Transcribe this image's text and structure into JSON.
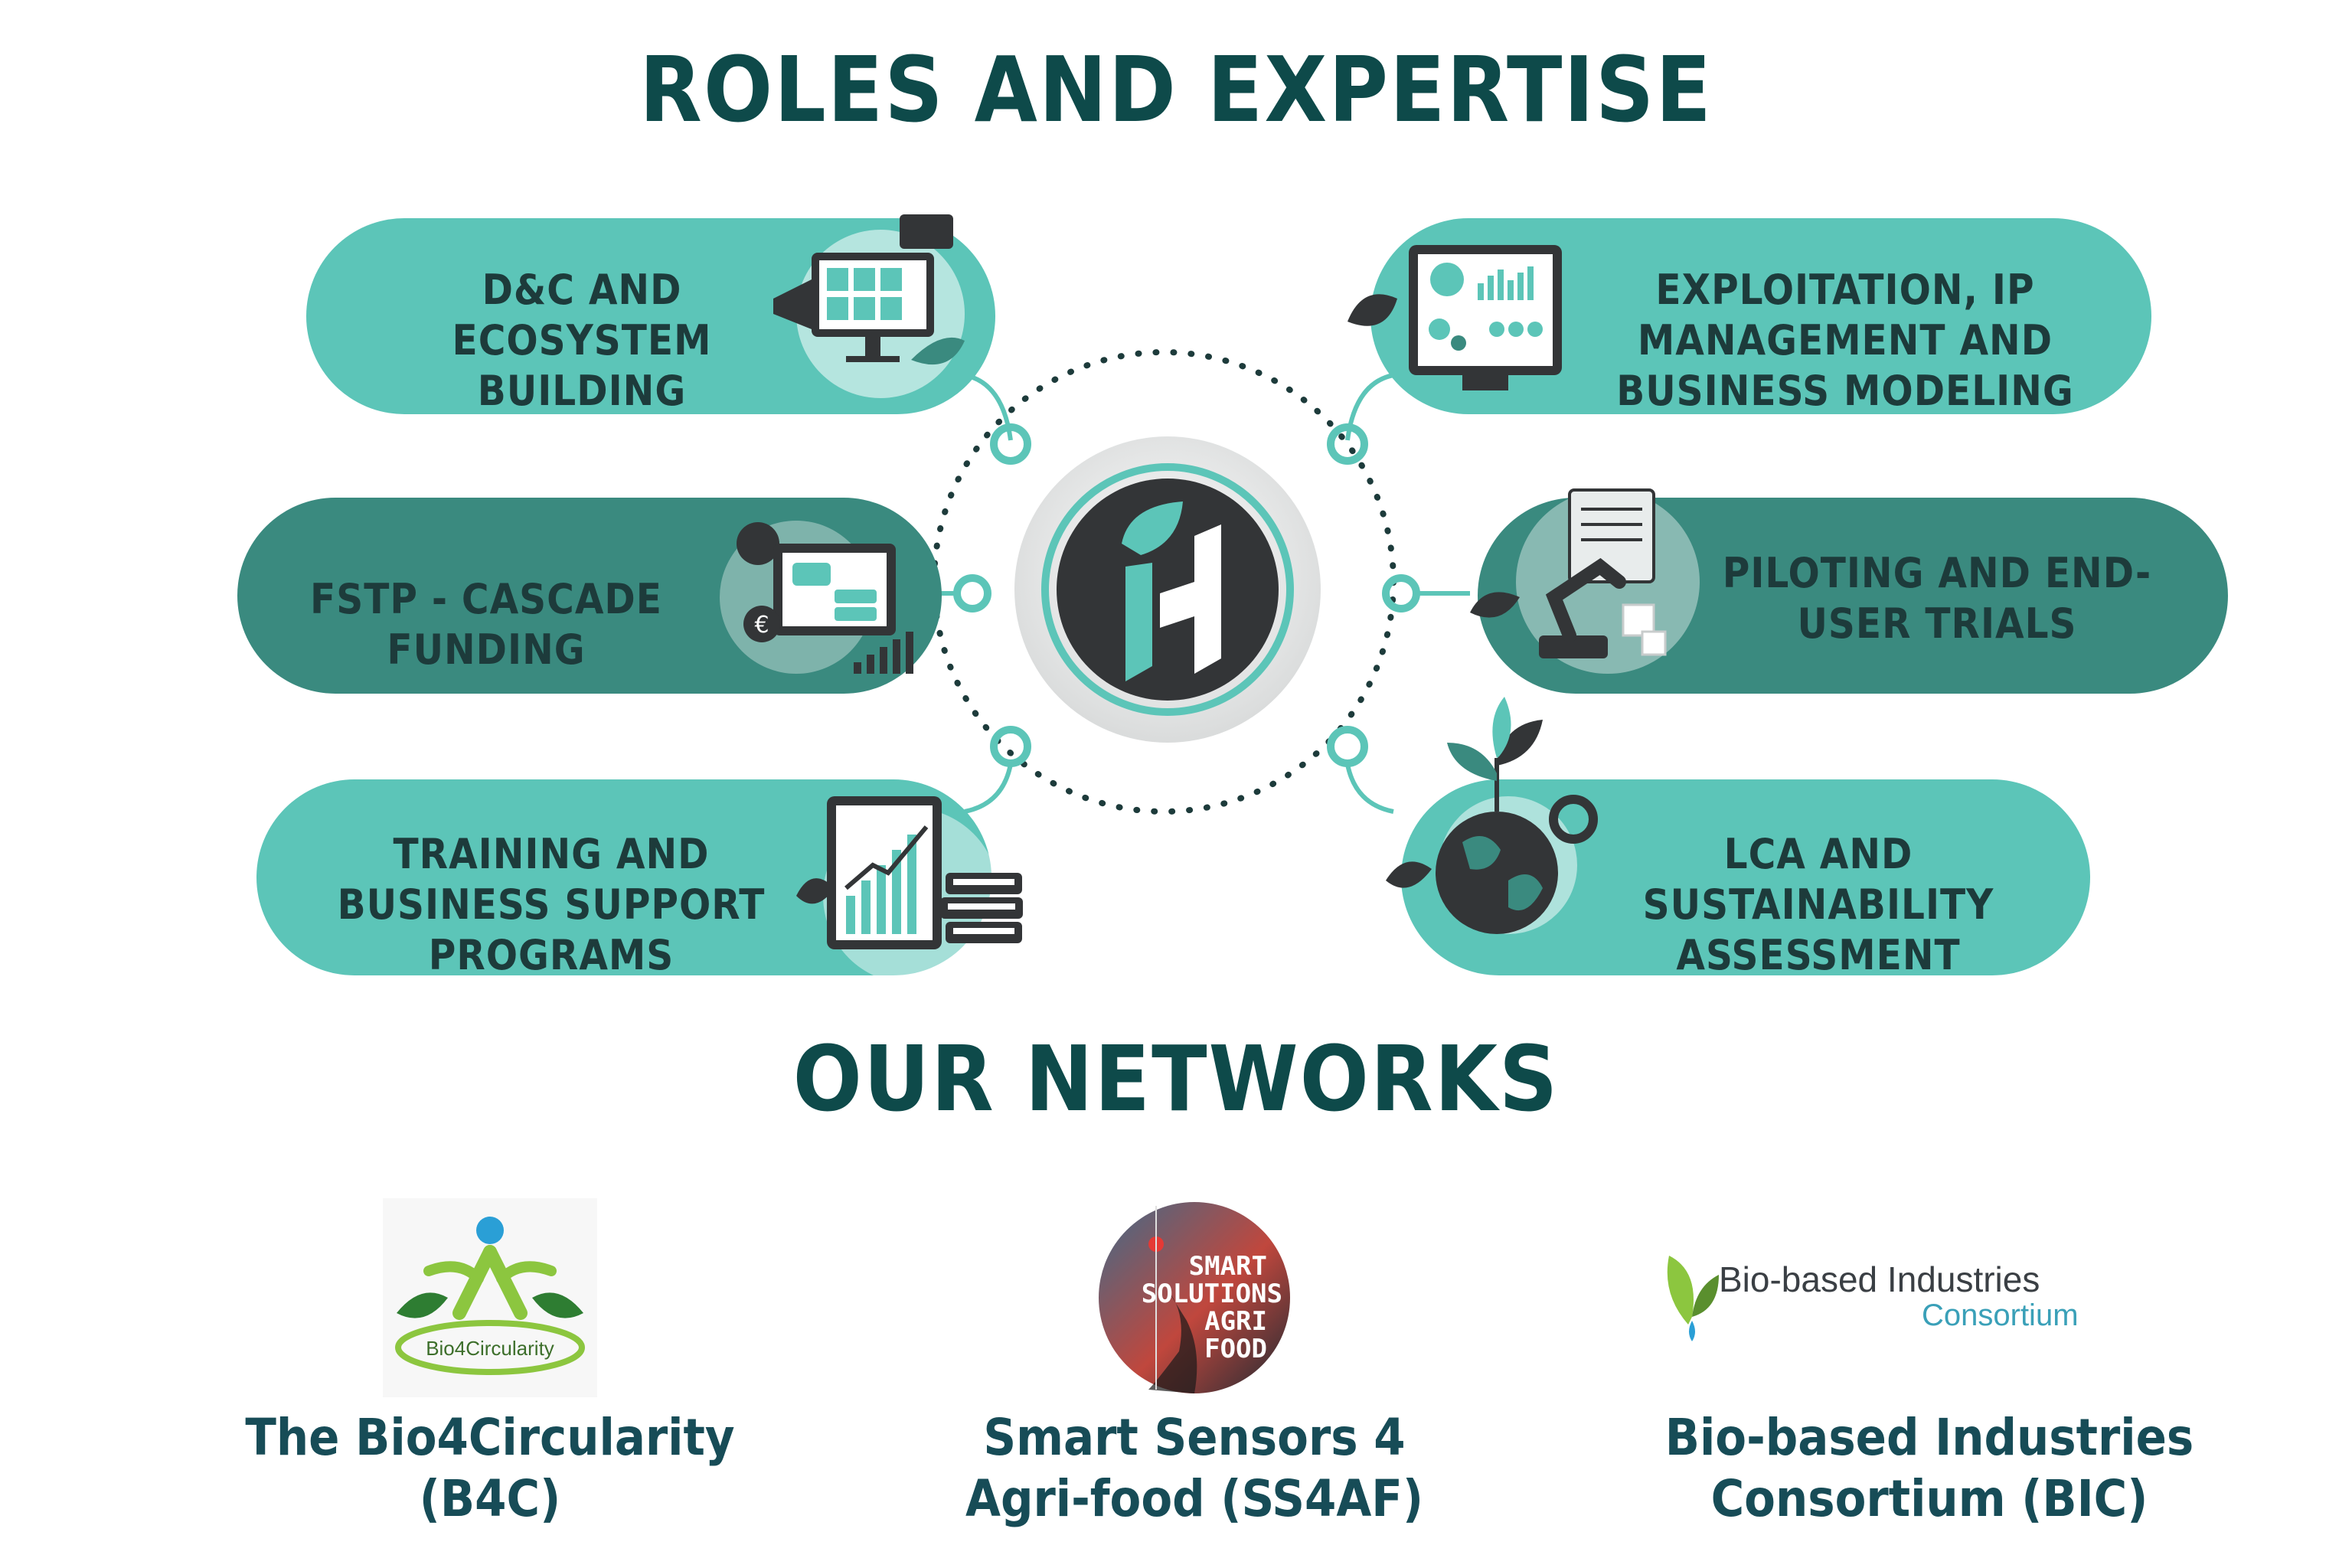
{
  "title": "ROLES AND EXPERTISE",
  "roles": [
    {
      "label": "D&C AND ECOSYSTEM BUILDING",
      "icon": "monitor-megaphone-icon"
    },
    {
      "label": "EXPLOITATION, IP MANAGEMENT AND BUSINESS MODELING",
      "icon": "dashboard-icon"
    },
    {
      "label": "FSTP - CASCADE FUNDING",
      "icon": "funding-monitor-icon"
    },
    {
      "label": "PILOTING AND END-USER TRIALS",
      "icon": "robot-arm-icon"
    },
    {
      "label": "TRAINING AND BUSINESS SUPPORT PROGRAMS",
      "icon": "growth-chart-books-icon"
    },
    {
      "label": "LCA AND SUSTAINABILITY ASSESSMENT",
      "icon": "globe-plant-icon"
    }
  ],
  "center_logo": {
    "icon": "h-leaf-logo-icon"
  },
  "networks_title": "OUR NETWORKS",
  "networks": [
    {
      "name": "The Bio4Circularity (B4C)",
      "logo_text": "Bio4Circularity"
    },
    {
      "name": "Smart Sensors 4 Agri-food (SS4AF)",
      "logo_text": [
        "SMART",
        "SOLUTIONS",
        "AGRI",
        "FOOD"
      ]
    },
    {
      "name": "Bio-based Industries Consortium (BIC)",
      "logo_text": [
        "Bio-based Industries",
        "Consortium"
      ]
    }
  ],
  "colors": {
    "heading": "#0e4a4a",
    "pill_light": "#5cc5b8",
    "pill_dark": "#3a8a7f",
    "network_text": "#174c57",
    "logo_dark": "#333537"
  }
}
